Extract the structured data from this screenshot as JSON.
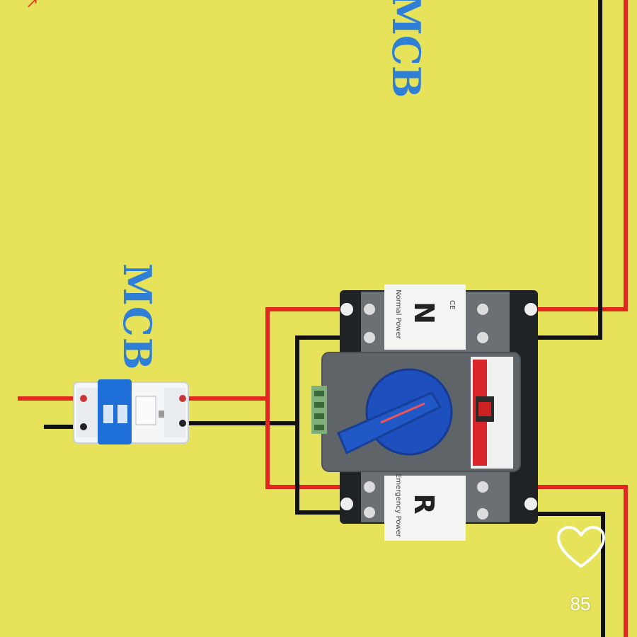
{
  "labels": {
    "mcb_main": "MCB",
    "mcb_top": "MCB",
    "switch_top_letter": "N",
    "switch_top_caption": "Normal Power",
    "switch_bottom_letter": "R",
    "switch_bottom_caption": "Emergency Power",
    "ce_mark": "CE"
  },
  "social": {
    "like_count": "85"
  },
  "colors": {
    "background": "#e6e35a",
    "live_wire": "#e3261f",
    "neutral_wire": "#111111",
    "label": "#2f7fd6",
    "switch_body": "#5f6469",
    "knob": "#1d4fbf"
  },
  "icons": {
    "like": "heart-icon"
  }
}
